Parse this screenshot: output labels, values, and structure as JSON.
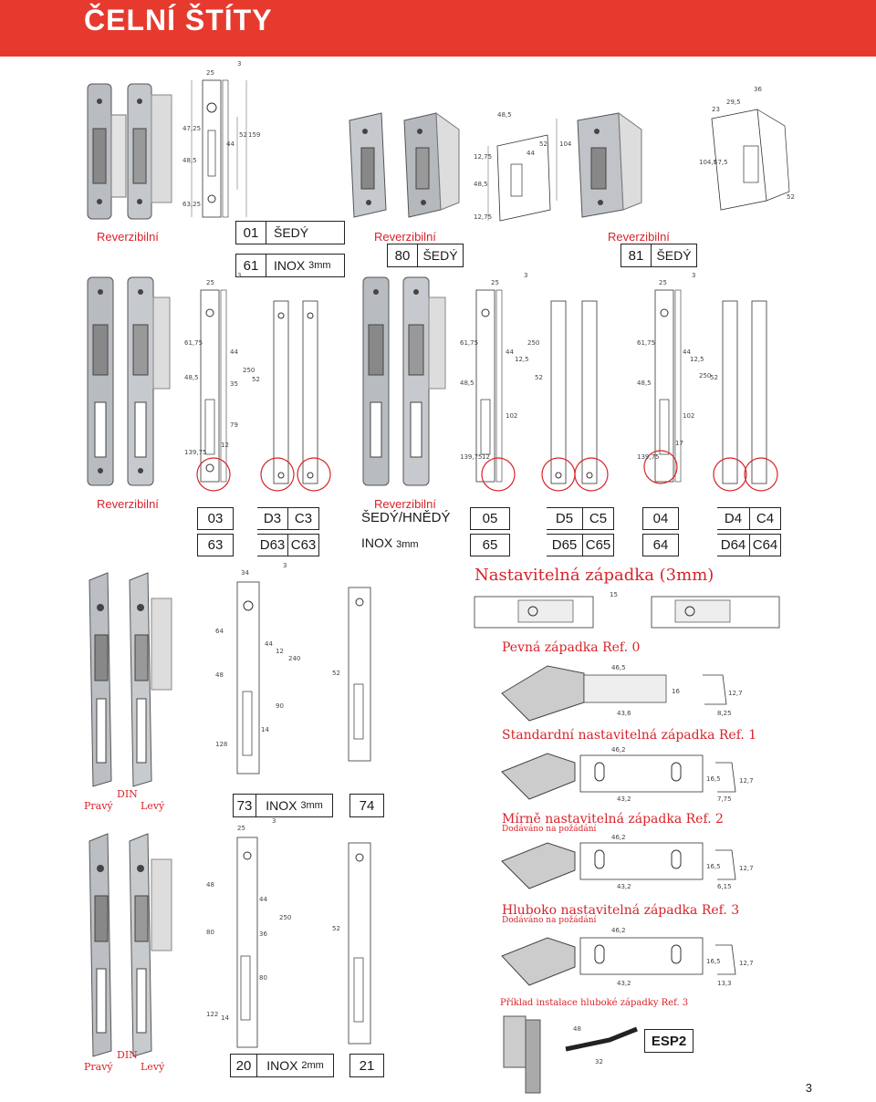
{
  "header": {
    "title": "ČELNÍ ŠTÍTY"
  },
  "labels": {
    "reversible": "Reverzibilní",
    "right": "Pravý",
    "left": "Levý",
    "din": "DIN"
  },
  "rows": {
    "r1": {
      "g1": {
        "codes": [
          "01",
          "61"
        ],
        "materials": [
          "ŠEDÝ",
          "INOX"
        ],
        "thickness": "3mm"
      },
      "g2": {
        "code": "80",
        "material": "ŠEDÝ"
      },
      "g3": {
        "code": "81",
        "material": "ŠEDÝ"
      }
    },
    "r2": {
      "g1": {
        "codes": [
          "03",
          "63"
        ],
        "d": [
          "D3",
          "D63"
        ],
        "c": [
          "C3",
          "C63"
        ]
      },
      "middle": {
        "material1": "ŠEDÝ/HNĚDÝ",
        "material2": "INOX",
        "thickness": "3mm"
      },
      "g2": {
        "codes": [
          "05",
          "65"
        ],
        "d": [
          "D5",
          "D65"
        ],
        "c": [
          "C5",
          "C65"
        ]
      },
      "g3": {
        "codes": [
          "04",
          "64"
        ],
        "d": [
          "D4",
          "D64"
        ],
        "c": [
          "C4",
          "C64"
        ]
      }
    },
    "r3": {
      "codes": [
        "73",
        "74"
      ],
      "material": "INOX",
      "thickness": "3mm"
    },
    "r4": {
      "codes": [
        "20",
        "21"
      ],
      "material": "INOX",
      "thickness": "2mm"
    }
  },
  "latch": {
    "title": "Nastavitelná západka (3mm)",
    "ref0": "Pevná západka Ref. 0",
    "ref1": "Standardní nastavitelná západka Ref. 1",
    "ref2": "Mírně nastavitelná západka Ref. 2",
    "ref3": "Hluboko nastavitelná západka Ref. 3",
    "on_request": "Dodáváno na požádání",
    "example": "Příklad instalace hluboké západky Ref. 3",
    "esp": "ESP2"
  },
  "dims": {
    "a1": [
      "25",
      "3",
      "47,25",
      "48,5",
      "63,25",
      "44",
      "52",
      "159"
    ],
    "a2": [
      "48,5",
      "12,75",
      "48,5",
      "12,75",
      "44",
      "52",
      "104"
    ],
    "a3": [
      "36",
      "23",
      "29,5",
      "104,5",
      "47,5",
      "52"
    ],
    "b1": [
      "25",
      "3",
      "61,75",
      "48,5",
      "139,75",
      "44",
      "250",
      "35",
      "52",
      "79",
      "12"
    ],
    "b2": [
      "25",
      "3",
      "61,75",
      "48,5",
      "139,75",
      "44",
      "12,5",
      "250",
      "52",
      "102",
      "12"
    ],
    "b3": [
      "25",
      "3",
      "61,75",
      "48,5",
      "139,75",
      "44",
      "12,5",
      "250",
      "52",
      "102",
      "17"
    ],
    "c1": [
      "34",
      "3",
      "64",
      "48",
      "128",
      "44",
      "12",
      "240",
      "90",
      "14",
      "52"
    ],
    "d1": [
      "25",
      "3",
      "48",
      "80",
      "122",
      "44",
      "36",
      "250",
      "80",
      "14",
      "52"
    ],
    "latch": [
      "15",
      "46,5",
      "16",
      "12,7",
      "43,6",
      "8,25",
      "46,2",
      "16,5",
      "12,7",
      "43,2",
      "7,75",
      "46,2",
      "16,5",
      "12,7",
      "43,2",
      "6,15",
      "46,2",
      "16,5",
      "12,7",
      "43,2",
      "13,3"
    ]
  },
  "page_number": "3"
}
